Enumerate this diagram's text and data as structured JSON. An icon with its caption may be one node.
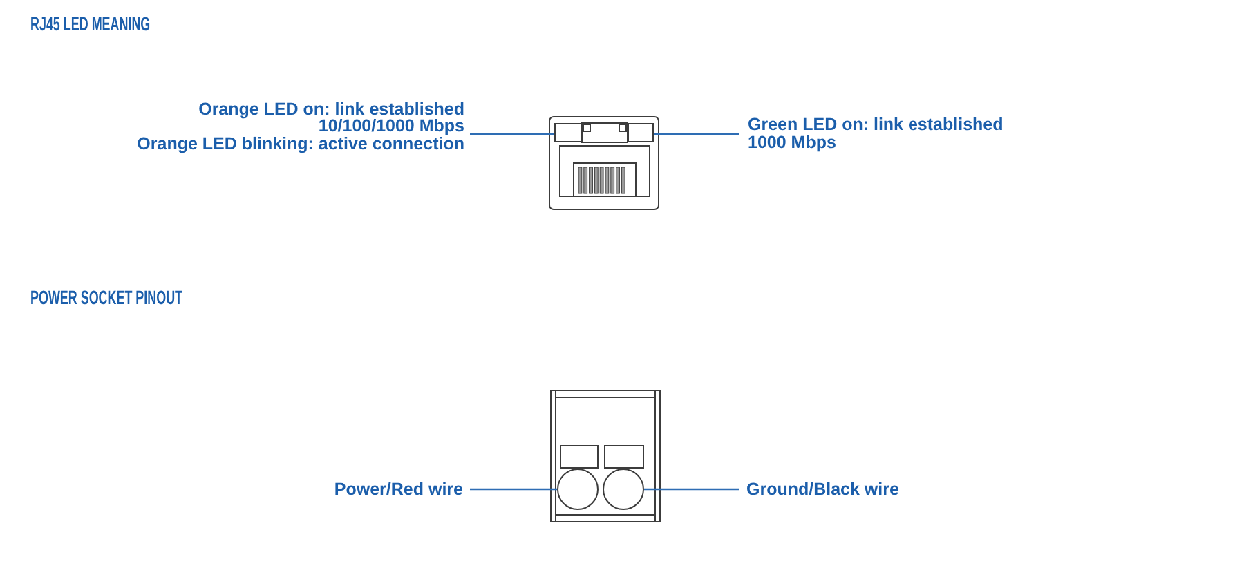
{
  "diagram": {
    "nodes": [
      {
        "text": [
          "Orange LED on: link established 10/100/1000 Mbps",
          "Orange LED blinking: active connection"
        ]
      },
      {
        "text": [],
        "shape": "box"
      },
      {
        "text": [],
        "shape": "box"
      },
      {
        "text": [
          "Green LED on: link established 1000 Mbps"
        ]
      },
      {
        "text": [
          "Power/Red wire"
        ]
      },
      {
        "text": [],
        "shape": "circle"
      },
      {
        "text": [],
        "shape": "circle"
      },
      {
        "text": [
          "Ground/Black wire"
        ]
      }
    ],
    "edges": [
      {
        "from": 0,
        "to": 1,
        "arrow": "none"
      },
      {
        "from": 3,
        "to": 2,
        "arrow": "none"
      },
      {
        "from": 4,
        "to": 5,
        "arrow": "none"
      },
      {
        "from": 7,
        "to": 6,
        "arrow": "none"
      }
    ],
    "labels": [
      "RJ45 LED MEANING",
      "POWER SOCKET PINOUT"
    ]
  }
}
